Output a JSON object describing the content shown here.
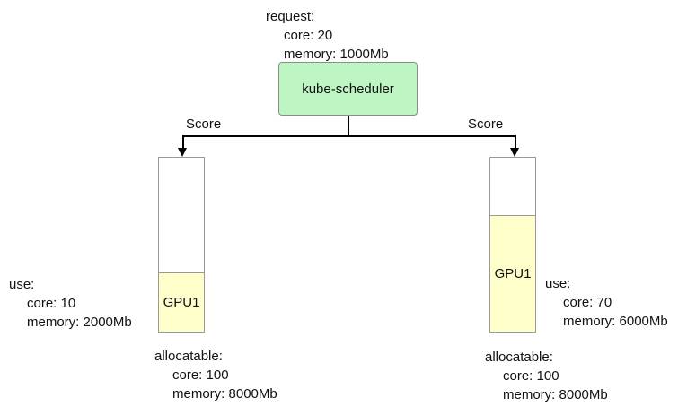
{
  "colors": {
    "background": "#ffffff",
    "text": "#111111",
    "line": "#000000",
    "scheduler-fill": "#bdf6c3",
    "scheduler-border": "#8c8c8c",
    "node-fill": "#ffffff",
    "node-border": "#999999",
    "gpu-fill": "#ffffcc"
  },
  "request": {
    "title": "request:",
    "lines": [
      "core: 20",
      "memory: 1000Mb"
    ]
  },
  "scheduler": {
    "label": "kube-scheduler"
  },
  "edges": {
    "left_label": "Score",
    "right_label": "Score"
  },
  "nodes": {
    "left": {
      "gpu_label": "GPU1",
      "use": {
        "title": "use:",
        "lines": [
          "core: 10",
          "memory: 2000Mb"
        ]
      },
      "allocatable": {
        "title": "allocatable:",
        "lines": [
          "core: 100",
          "memory: 8000Mb"
        ]
      }
    },
    "right": {
      "gpu_label": "GPU1",
      "use": {
        "title": "use:",
        "lines": [
          "core: 70",
          "memory: 6000Mb"
        ]
      },
      "allocatable": {
        "title": "allocatable:",
        "lines": [
          "core: 100",
          "memory: 8000Mb"
        ]
      }
    }
  }
}
